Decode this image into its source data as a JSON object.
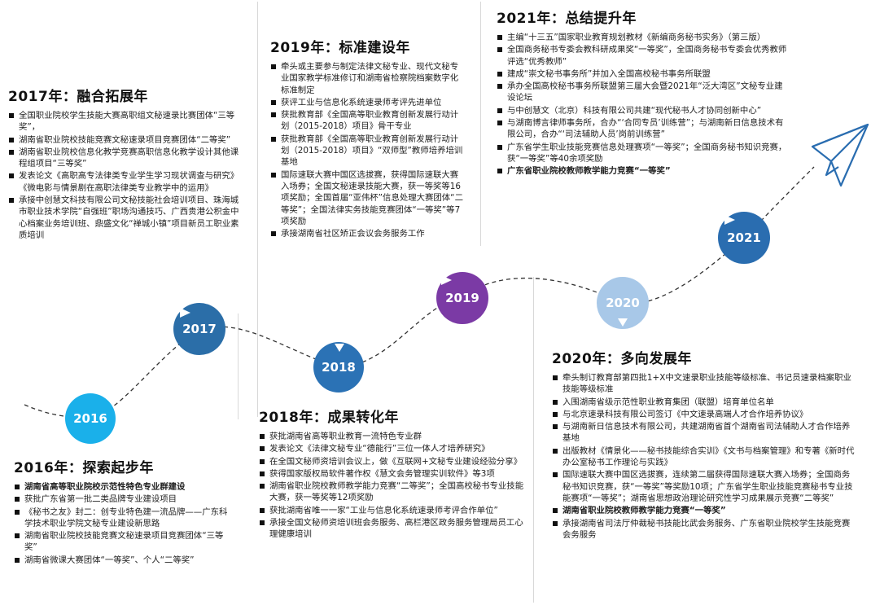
{
  "milestones": [
    {
      "year": "2016",
      "color": "#1ab0ea"
    },
    {
      "year": "2017",
      "color": "#2b6ea8"
    },
    {
      "year": "2018",
      "color": "#2b72b5"
    },
    {
      "year": "2019",
      "color": "#7b3aa5"
    },
    {
      "year": "2020",
      "color": "#a8c8e8"
    },
    {
      "year": "2021",
      "color": "#2a6db0"
    }
  ],
  "sections": {
    "y2016": {
      "title": "2016年：探索起步年",
      "items": [
        "湖南省高等职业院校示范性特色专业群建设",
        "获批广东省第一批二类品牌专业建设项目",
        "《秘书之友》封二：创专业特色建一流品牌——广东科学技术职业学院文秘专业建设新思路",
        "湖南省职业院校技能竞赛文秘速录项目竞赛团体“三等奖”",
        "湖南省微课大赛团体“一等奖”、个人“二等奖”"
      ]
    },
    "y2017": {
      "title": "2017年：融合拓展年",
      "items": [
        "全国职业院校学生技能大赛高职组文秘速录比赛团体“三等奖”，",
        "湖南省职业院校技能竞赛文秘速录项目竞赛团体“二等奖”",
        "湖南省职业院校信息化教学竞赛高职信息化教学设计其他课程组项目“三等奖”",
        "发表论文《高职高专法律类专业学生学习现状调查与研究》《微电影与情景剧在高职法律类专业教学中的运用》",
        "承接中创慧文科技有限公司文秘技能社会培训项目、珠海城市职业技术学院“自强班”职场沟通技巧、广西贵港公积金中心档案业务培训班、鼎盛文化“禅城小镇”项目新员工职业素质培训"
      ]
    },
    "y2018": {
      "title": "2018年：成果转化年",
      "items": [
        "获批湖南省高等职业教育一流特色专业群",
        "发表论文《法律文秘专业“德能行”三位一体人才培养研究》",
        "在全国文秘师资培训会议上，做《互联网+文秘专业建设经验分享》",
        "获得国家版权局软件著作权《慧文会务管理实训软件》等3项",
        "湖南省职业院校教师教学能力竞赛“二等奖”；全国高校秘书专业技能大赛，获一等奖等12项奖励",
        "获批湖南省唯一一家“工业与信息化系统速录师考评合作单位”",
        "承接全国文秘师资培训班会务服务、高栏港区政务服务管理局员工心理健康培训"
      ]
    },
    "y2019": {
      "title": "2019年：标准建设年",
      "items": [
        "牵头或主要参与制定法律文秘专业、现代文秘专业国家教学标准修订和湖南省检察院档案数字化标准制定",
        "获评工业与信息化系统速录师考评先进单位",
        "获批教育部《全国高等职业教育创新发展行动计划（2015-2018）项目》骨干专业",
        "获批教育部《全国高等职业教育创新发展行动计划（2015-2018）项目》“双师型”教师培养培训基地",
        "国际速联大赛中国区选拔赛，获得国际速联大赛入场券；全国文秘速录技能大赛，获一等奖等16项奖励；全国首届“亚伟杯”信息处理大赛团体“二等奖”；全国法律实务技能竞赛团体“一等奖”等7项奖励",
        "承接湖南省社区矫正会议会务服务工作"
      ]
    },
    "y2020": {
      "title": "2020年：多向发展年",
      "items": [
        "牵头制订教育部第四批1+X中文速录职业技能等级标准、书记员速录档案职业技能等级标准",
        "入围湖南省级示范性职业教育集团（联盟）培育单位名单",
        "与北京速录科技有限公司签订《中文速录高端人才合作培养协议》",
        "与湖南新日信息技术有限公司，共建湖南省首个湖南省司法辅助人才合作培养基地",
        "出版教材《情景化——秘书技能综合实训》《文书与档案管理》和专著《新时代办公室秘书工作理论与实践》",
        "国际速联大赛中国区选拔赛，连续第二届获得国际速联大赛入场券；全国商务秘书知识竞赛，获“一等奖”等奖励10项；广东省学生职业技能竞赛秘书专业技能赛项“一等奖”；湖南省思想政治理论研究性学习成果展示竞赛“二等奖”",
        "湖南省职业院校教师教学能力竞赛“一等奖”",
        "承接湖南省司法厅仲裁秘书技能比武会务服务、广东省职业院校学生技能竞赛会务服务"
      ]
    },
    "y2021": {
      "title": "2021年：总结提升年",
      "items": [
        "主编“十三五”国家职业教育规划教材《新编商务秘书实务》（第三版）",
        "全国商务秘书专委会教科研成果奖“一等奖”，全国商务秘书专委会优秀教师评选“优秀教师”",
        "建成“崇文秘书事务所”并加入全国高校秘书事务所联盟",
        "承办全国高校秘书事务所联盟第三届大会暨2021年“泛大湾区”文秘专业建设论坛",
        "与中创慧文（北京）科技有限公司共建“现代秘书人才协同创新中心”",
        "与湖南博言律师事务所，合办“‘合同专员’训练营”；与湖南新日信息技术有限公司，合办“‘司法辅助人员’岗前训练营”",
        "广东省学生职业技能竞赛信息处理赛项“一等奖”；全国商务秘书知识竞赛，获“一等奖”等40余项奖励",
        "广东省职业院校教师教学能力竞赛“一等奖”"
      ]
    }
  }
}
